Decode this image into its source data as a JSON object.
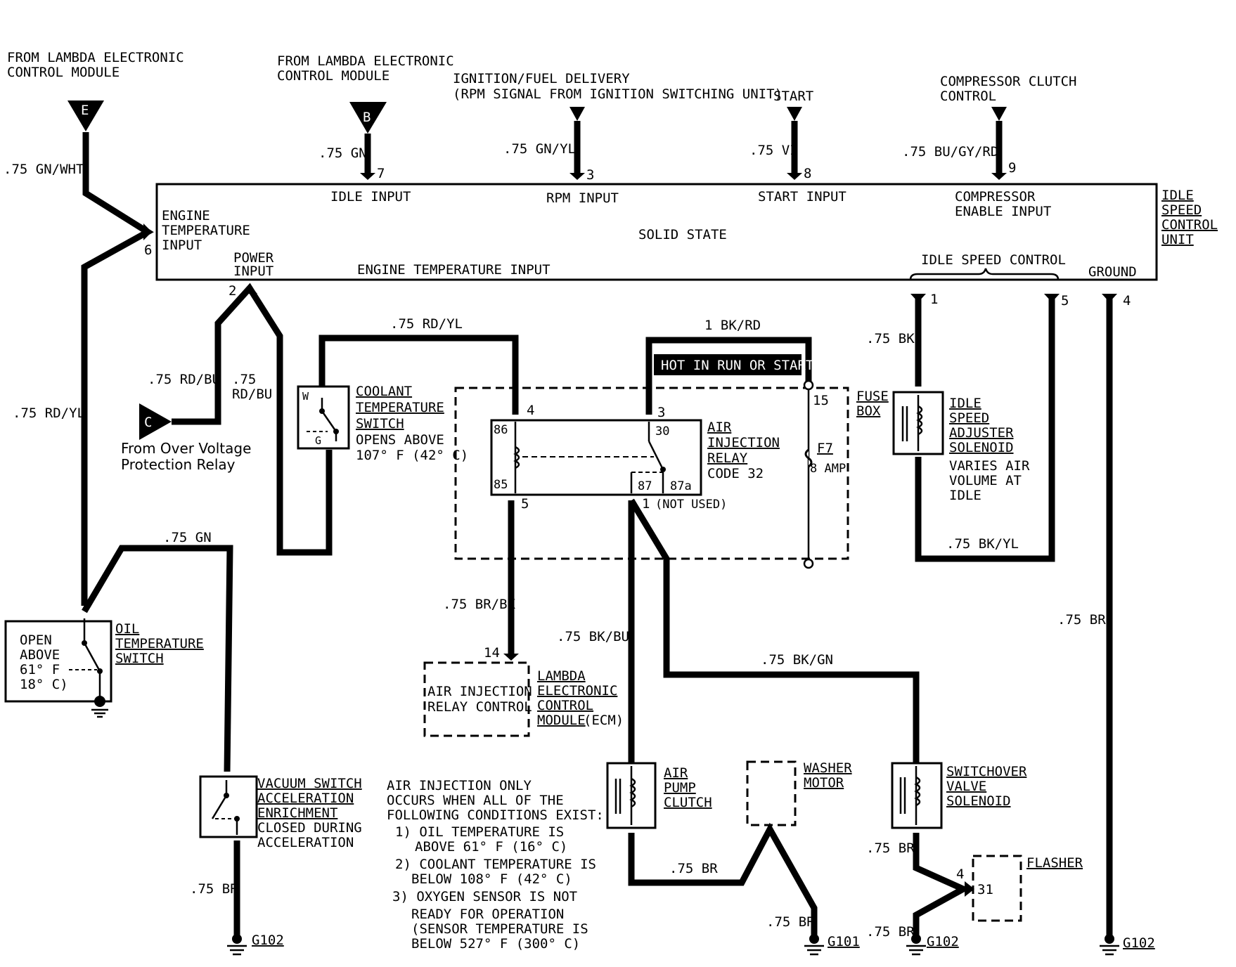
{
  "sources": {
    "lambda_e": [
      "FROM LAMBDA ELECTRONIC",
      "CONTROL MODULE"
    ],
    "lambda_b": [
      "FROM LAMBDA ELECTRONIC",
      "CONTROL MODULE"
    ],
    "ignition": [
      "IGNITION/FUEL DELIVERY",
      "(RPM SIGNAL FROM IGNITION SWITCHING UNIT)"
    ],
    "start": "START",
    "compressor": [
      "COMPRESSOR CLUTCH",
      "CONTROL"
    ],
    "over_voltage": [
      "From Over Voltage",
      "Protection Relay"
    ]
  },
  "connectors": {
    "e": "E",
    "b": "B",
    "c": "C"
  },
  "unit": {
    "name": [
      "IDLE",
      "SPEED",
      "CONTROL",
      "UNIT"
    ],
    "solid_state": "SOLID STATE",
    "engine_temp_input": [
      "ENGINE",
      "TEMPERATURE",
      "INPUT"
    ],
    "engine_temp_input_bottom": "ENGINE TEMPERATURE INPUT",
    "power_input": [
      "POWER",
      "INPUT"
    ],
    "idle_input": "IDLE INPUT",
    "rpm_input": "RPM INPUT",
    "start_input": "START INPUT",
    "compressor_input": [
      "COMPRESSOR",
      "ENABLE INPUT"
    ],
    "idle_speed_control": "IDLE SPEED CONTROL",
    "ground": "GROUND"
  },
  "pins": {
    "p6": "6",
    "p7": "7",
    "p3": "3",
    "p8": "8",
    "p9": "9",
    "p2": "2",
    "p1": "1",
    "p5": "5",
    "p4": "4"
  },
  "wires": {
    "gn_wht": ".75 GN/WHT",
    "gn_top": ".75 GN",
    "gn_yl": ".75 GN/YL",
    "vi": ".75 VI",
    "bu_gy_rd": ".75 BU/GY/RD",
    "rd_yl_left": ".75 RD/YL",
    "rd_bu_left": ".75 RD/BU",
    "rd_bu_right": [
      ".75",
      "RD/BU"
    ],
    "rd_yl_top": ".75 RD/YL",
    "bk_rd": "1 BK/RD",
    "bk": ".75 BK",
    "bk_yl": ".75 BK/YL",
    "gn_lower": ".75 GN",
    "br_bk": ".75 BR/BK",
    "bk_bu": ".75 BK/BU",
    "bk_gn": ".75 BK/GN",
    "br_right": ".75 BR",
    "br_vac": ".75 BR",
    "br_pump": ".75 BR",
    "br_washer": ".75 BR",
    "br_sw": ".75 BR",
    "br_flash": ".75 BR"
  },
  "hot_label": "HOT IN RUN OR START",
  "fuse": {
    "box": [
      "FUSE",
      "BOX"
    ],
    "name": "F7",
    "rating": "8 AMP",
    "pin15": "15"
  },
  "relay": {
    "title": [
      "AIR",
      "INJECTION",
      "RELAY"
    ],
    "code": "CODE 32",
    "t86": "86",
    "t85": "85",
    "t30": "30",
    "t87": "87",
    "t87a": "87a",
    "pin4": "4",
    "pin3": "3",
    "pin5": "5",
    "pin1": "1",
    "not_used": "(NOT USED)"
  },
  "coolant": {
    "title": [
      "COOLANT",
      "TEMPERATURE",
      "SWITCH"
    ],
    "desc": [
      "OPENS ABOVE",
      "107° F (42° C)"
    ],
    "w": "W",
    "g": "G"
  },
  "oil": {
    "title": [
      "OIL",
      "TEMPERATURE",
      "SWITCH"
    ],
    "desc": [
      "OPEN",
      "ABOVE",
      "61° F",
      "18° C)"
    ]
  },
  "isa": {
    "title": [
      "IDLE",
      "SPEED",
      "ADJUSTER",
      "SOLENOID"
    ],
    "desc": [
      "VARIES AIR",
      "VOLUME AT",
      "IDLE"
    ]
  },
  "ecm": {
    "title": [
      "LAMBDA",
      "ELECTRONIC",
      "CONTROL",
      "MODULE"
    ],
    "ecm_suffix": "(ECM)",
    "inner": [
      "AIR INJECTION",
      "RELAY CONTROL"
    ],
    "pin14": "14"
  },
  "vacuum": {
    "title": [
      "VACUUM SWITCH",
      "ACCELERATION",
      "ENRICHMENT"
    ],
    "desc": [
      "CLOSED DURING",
      "ACCELERATION"
    ]
  },
  "note": [
    "AIR INJECTION ONLY",
    "OCCURS WHEN ALL OF THE",
    "FOLLOWING CONDITIONS EXIST:",
    "1) OIL TEMPERATURE IS",
    "ABOVE 61° F (16° C)",
    "2) COOLANT TEMPERATURE IS",
    "BELOW 108° F (42° C)",
    "3) OXYGEN SENSOR IS NOT",
    "READY FOR OPERATION",
    "(SENSOR TEMPERATURE IS",
    "BELOW 527° F (300° C)"
  ],
  "pump": {
    "title": [
      "AIR",
      "PUMP",
      "CLUTCH"
    ]
  },
  "washer": {
    "title": [
      "WASHER",
      "MOTOR"
    ]
  },
  "switchover": {
    "title": [
      "SWITCHOVER",
      "VALVE",
      "SOLENOID"
    ]
  },
  "flasher": {
    "title": "FLASHER",
    "pin4": "4",
    "pin31": "31"
  },
  "grounds": {
    "g_vac": "G102",
    "g_pump": "G101",
    "g_sw": "G102",
    "g_right": "G102"
  }
}
